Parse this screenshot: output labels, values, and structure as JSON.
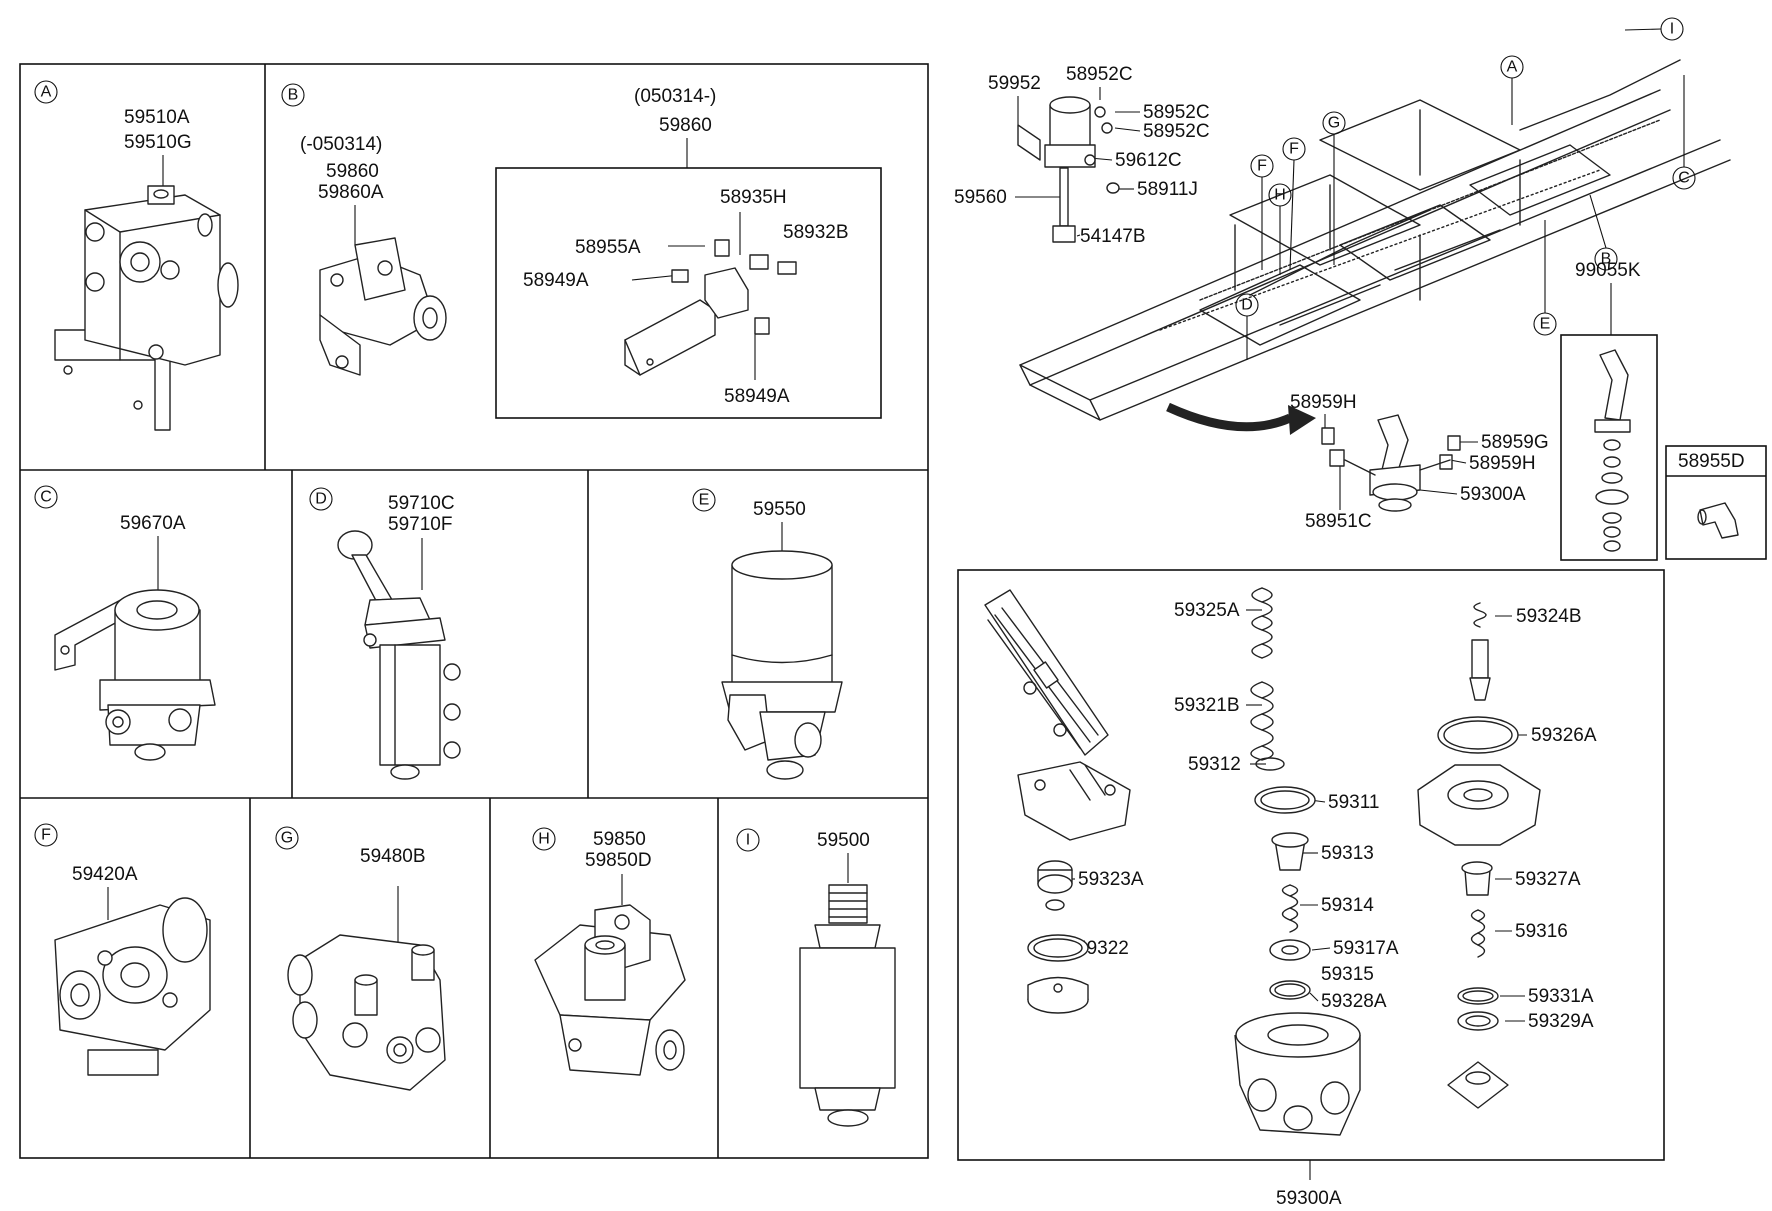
{
  "panels": {
    "A": {
      "letter": "A",
      "labels": [
        "59510A",
        "59510G"
      ]
    },
    "B": {
      "letter": "B",
      "left_note": "(-050314)",
      "left_labels": [
        "59860",
        "59860A"
      ],
      "right_note": "(050314-)",
      "right_label": "59860",
      "inset_labels": [
        "58935H",
        "58955A",
        "58932B",
        "58949A",
        "58949A"
      ]
    },
    "C": {
      "letter": "C",
      "labels": [
        "59670A"
      ]
    },
    "D": {
      "letter": "D",
      "labels": [
        "59710C",
        "59710F"
      ]
    },
    "E": {
      "letter": "E",
      "labels": [
        "59550"
      ]
    },
    "F": {
      "letter": "F",
      "labels": [
        "59420A"
      ]
    },
    "G": {
      "letter": "G",
      "labels": [
        "59480B"
      ]
    },
    "H": {
      "letter": "H",
      "labels": [
        "59850",
        "59850D"
      ]
    },
    "I": {
      "letter": "I",
      "labels": [
        "59500"
      ]
    }
  },
  "overview": {
    "dryer_labels": [
      "59952",
      "58952C",
      "58952C",
      "58952C",
      "59612C",
      "58911J",
      "59560",
      "54147B"
    ],
    "callouts": [
      "I",
      "A",
      "G",
      "F",
      "F",
      "H",
      "C",
      "D",
      "B",
      "E"
    ],
    "valve_labels": [
      "58959H",
      "58959G",
      "58959H",
      "59300A",
      "58951C"
    ],
    "kit_label": "99055K",
    "single_part_label": "58955D"
  },
  "exploded": {
    "assembly_label": "59300A",
    "labels": [
      "59325A",
      "59324B",
      "59321B",
      "59326A",
      "59312",
      "59311",
      "59313",
      "59323A",
      "59327A",
      "59314",
      "59322",
      "59317A",
      "59315",
      "59316",
      "59328A",
      "59331A",
      "59329A"
    ]
  }
}
